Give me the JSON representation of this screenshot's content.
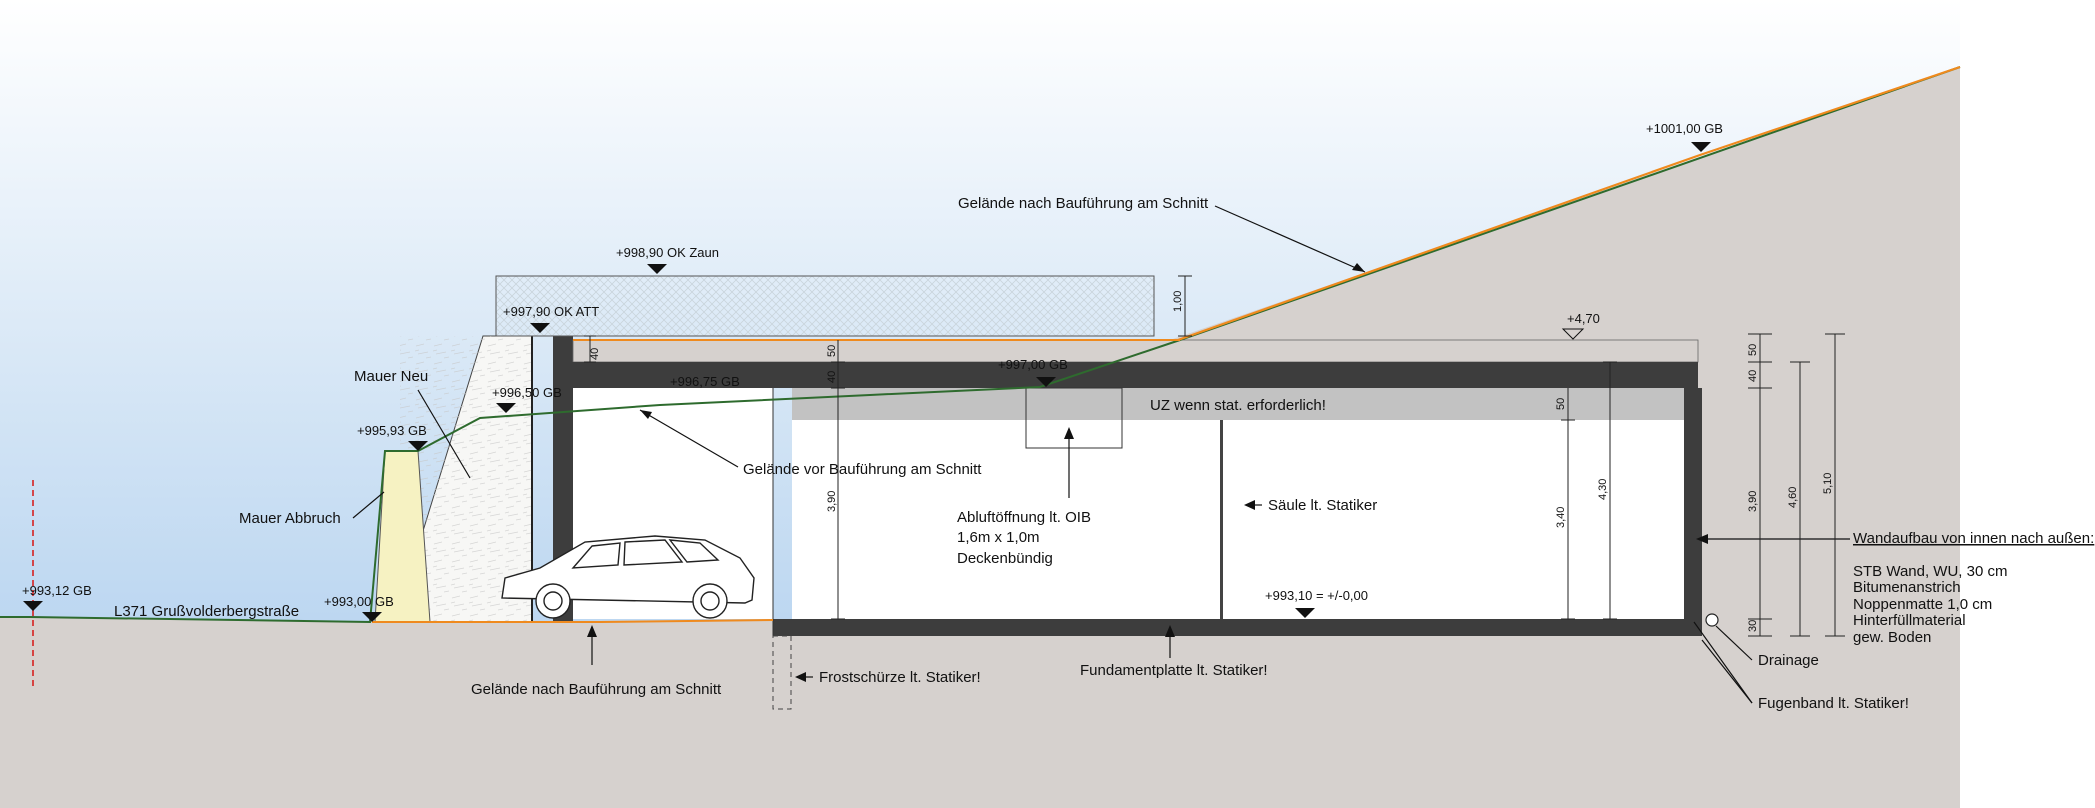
{
  "colors": {
    "sky_top": "#b8d4ee",
    "sky_bottom": "#ffffff",
    "ground": "#d6d1ce",
    "wall_dark": "#3d3d3d",
    "slab_grey": "#c2c2c2",
    "terrain_before": "#2e6b2e",
    "terrain_after": "#ef8a1e",
    "wall_new_fill": "#f6f6f4",
    "wall_demolish_fill": "#f6f2c2"
  },
  "levels": {
    "gb_1001": "+1001,00  GB",
    "oz_998_90": "+998,90  OK Zaun",
    "att_997_90": "+997,90  OK ATT",
    "gb_997_00": "+997,00  GB",
    "gb_996_75": "+996,75  GB",
    "gb_996_50": "+996,50  GB",
    "gb_995_93": "+995,93  GB",
    "gb_993_12": "+993,12  GB",
    "gb_993_00": "+993,00  GB",
    "ff_993_10": "+993,10  =  +/-0,00",
    "rel_4_70": "+4,70"
  },
  "labels": {
    "terrain_after_top": "Gelände nach Bauführung am Schnitt",
    "terrain_before": "Gelände vor Bauführung am Schnitt",
    "terrain_after_bottom": "Gelände nach Bauführung am Schnitt",
    "mauer_neu": "Mauer Neu",
    "mauer_abbruch": "Mauer Abbruch",
    "road": "L371 Grußvolderbergstraße",
    "uz": "UZ wenn stat. erforderlich!",
    "abluft_1": "Abluftöffnung lt. OIB",
    "abluft_2": "1,6m x 1,0m",
    "abluft_3": "Deckenbündig",
    "saeule": "Säule lt. Statiker",
    "frost": "Frostschürze lt. Statiker!",
    "fundament": "Fundamentplatte lt. Statiker!",
    "drainage": "Drainage",
    "fugenband": "Fugenband lt. Statiker!"
  },
  "wall_build": {
    "title": "Wandaufbau von innen nach außen:",
    "lines": [
      "STB Wand, WU, 30 cm",
      "Bitumenanstrich",
      "Noppenmatte 1,0 cm",
      "Hinterfüllmaterial",
      "gew. Boden"
    ]
  },
  "dims": {
    "d_1_00": "1,00",
    "d_40_left": "40",
    "d_50_mid": "50",
    "d_40_mid": "40",
    "d_3_90_mid": "3,90",
    "d_50_right": "50",
    "d_3_40": "3,40",
    "d_4_30": "4,30",
    "d_50_out": "50",
    "d_40_out": "40",
    "d_3_90_out": "3,90",
    "d_4_60": "4,60",
    "d_5_10": "5,10",
    "d_30": "30"
  }
}
